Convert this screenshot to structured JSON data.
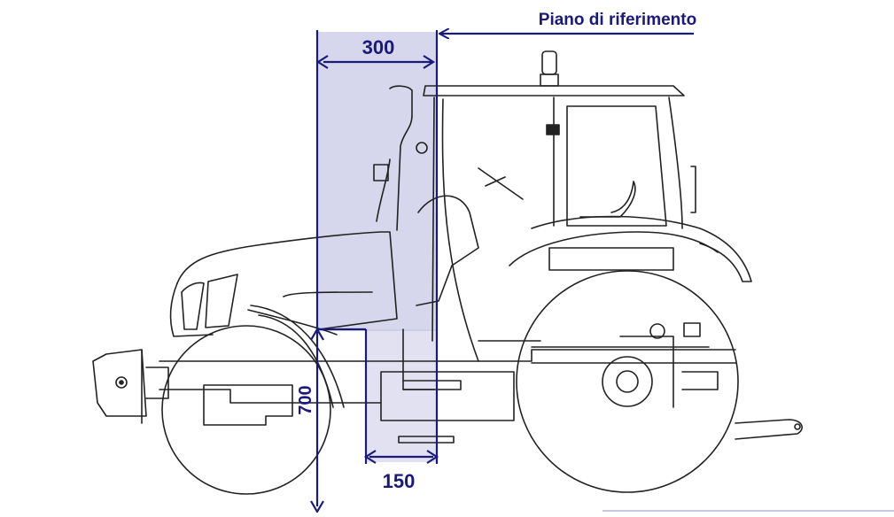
{
  "diagram": {
    "reference_plane_label": "Piano di riferimento",
    "dimensions": {
      "top_width": "300",
      "height": "700",
      "bottom_width": "150"
    },
    "colors": {
      "dimension_lines": "#1a1a7a",
      "zone_fill": "#c8c8e6",
      "tractor_lines": "#222222"
    }
  }
}
